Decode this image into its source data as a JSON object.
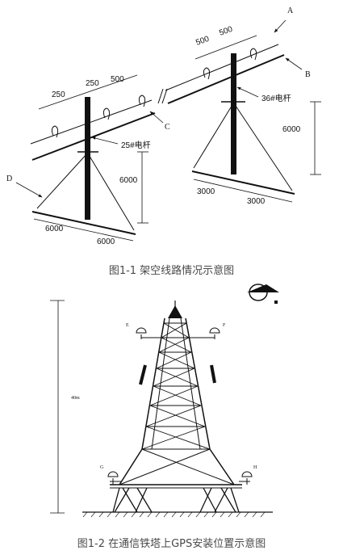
{
  "figure1": {
    "caption": "图1-1 架空线路情况示意图",
    "labels": {
      "A": "A",
      "B": "B",
      "C": "C",
      "D": "D"
    },
    "pole_left": "25#电杆",
    "pole_right": "36#电杆",
    "dims": {
      "d250a": "250",
      "d250b": "250",
      "d500a": "500",
      "d500b": "500",
      "d500c": "500",
      "left_h": "6000",
      "right_h": "6000",
      "left_base1": "6000",
      "left_base2": "6000",
      "right_base1": "3000",
      "right_base2": "3000"
    }
  },
  "figure2": {
    "caption": "图1-2 在通信铁塔上GPS安装位置示意图",
    "height": "40m",
    "labels": {
      "E": "E",
      "F": "F",
      "G": "G",
      "H": "H"
    }
  },
  "colors": {
    "line": "#111111",
    "caption": "#4a4a4a"
  }
}
